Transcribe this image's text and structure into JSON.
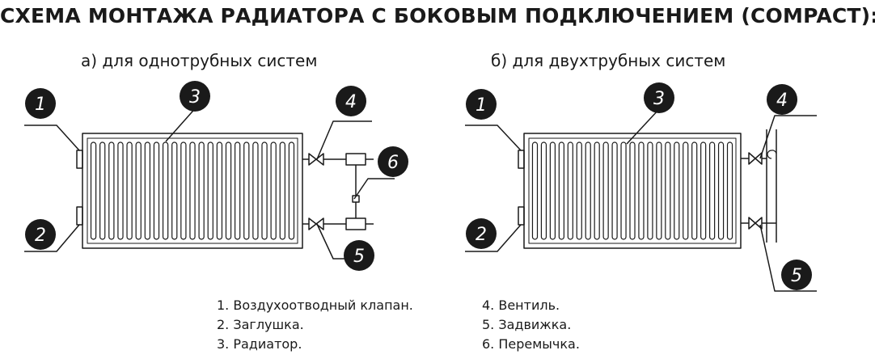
{
  "title": "СХЕМА МОНТАЖА РАДИАТОРА С БОКОВЫМ ПОДКЛЮЧЕНИЕМ (COMPACT):",
  "subtitles": {
    "a": "а) для однотрубных систем",
    "b": "б) для двухтрубных систем"
  },
  "markers": [
    "1",
    "2",
    "3",
    "4",
    "5",
    "6"
  ],
  "legend": [
    "1. Воздухоотводный клапан.",
    "2. Заглушка.",
    "3. Радиатор.",
    "4. Вентиль.",
    "5. Задвижка.",
    "6. Перемычка."
  ],
  "colors": {
    "ink": "#1a1a1a",
    "background": "#ffffff"
  },
  "radiator_fin_count": 23
}
